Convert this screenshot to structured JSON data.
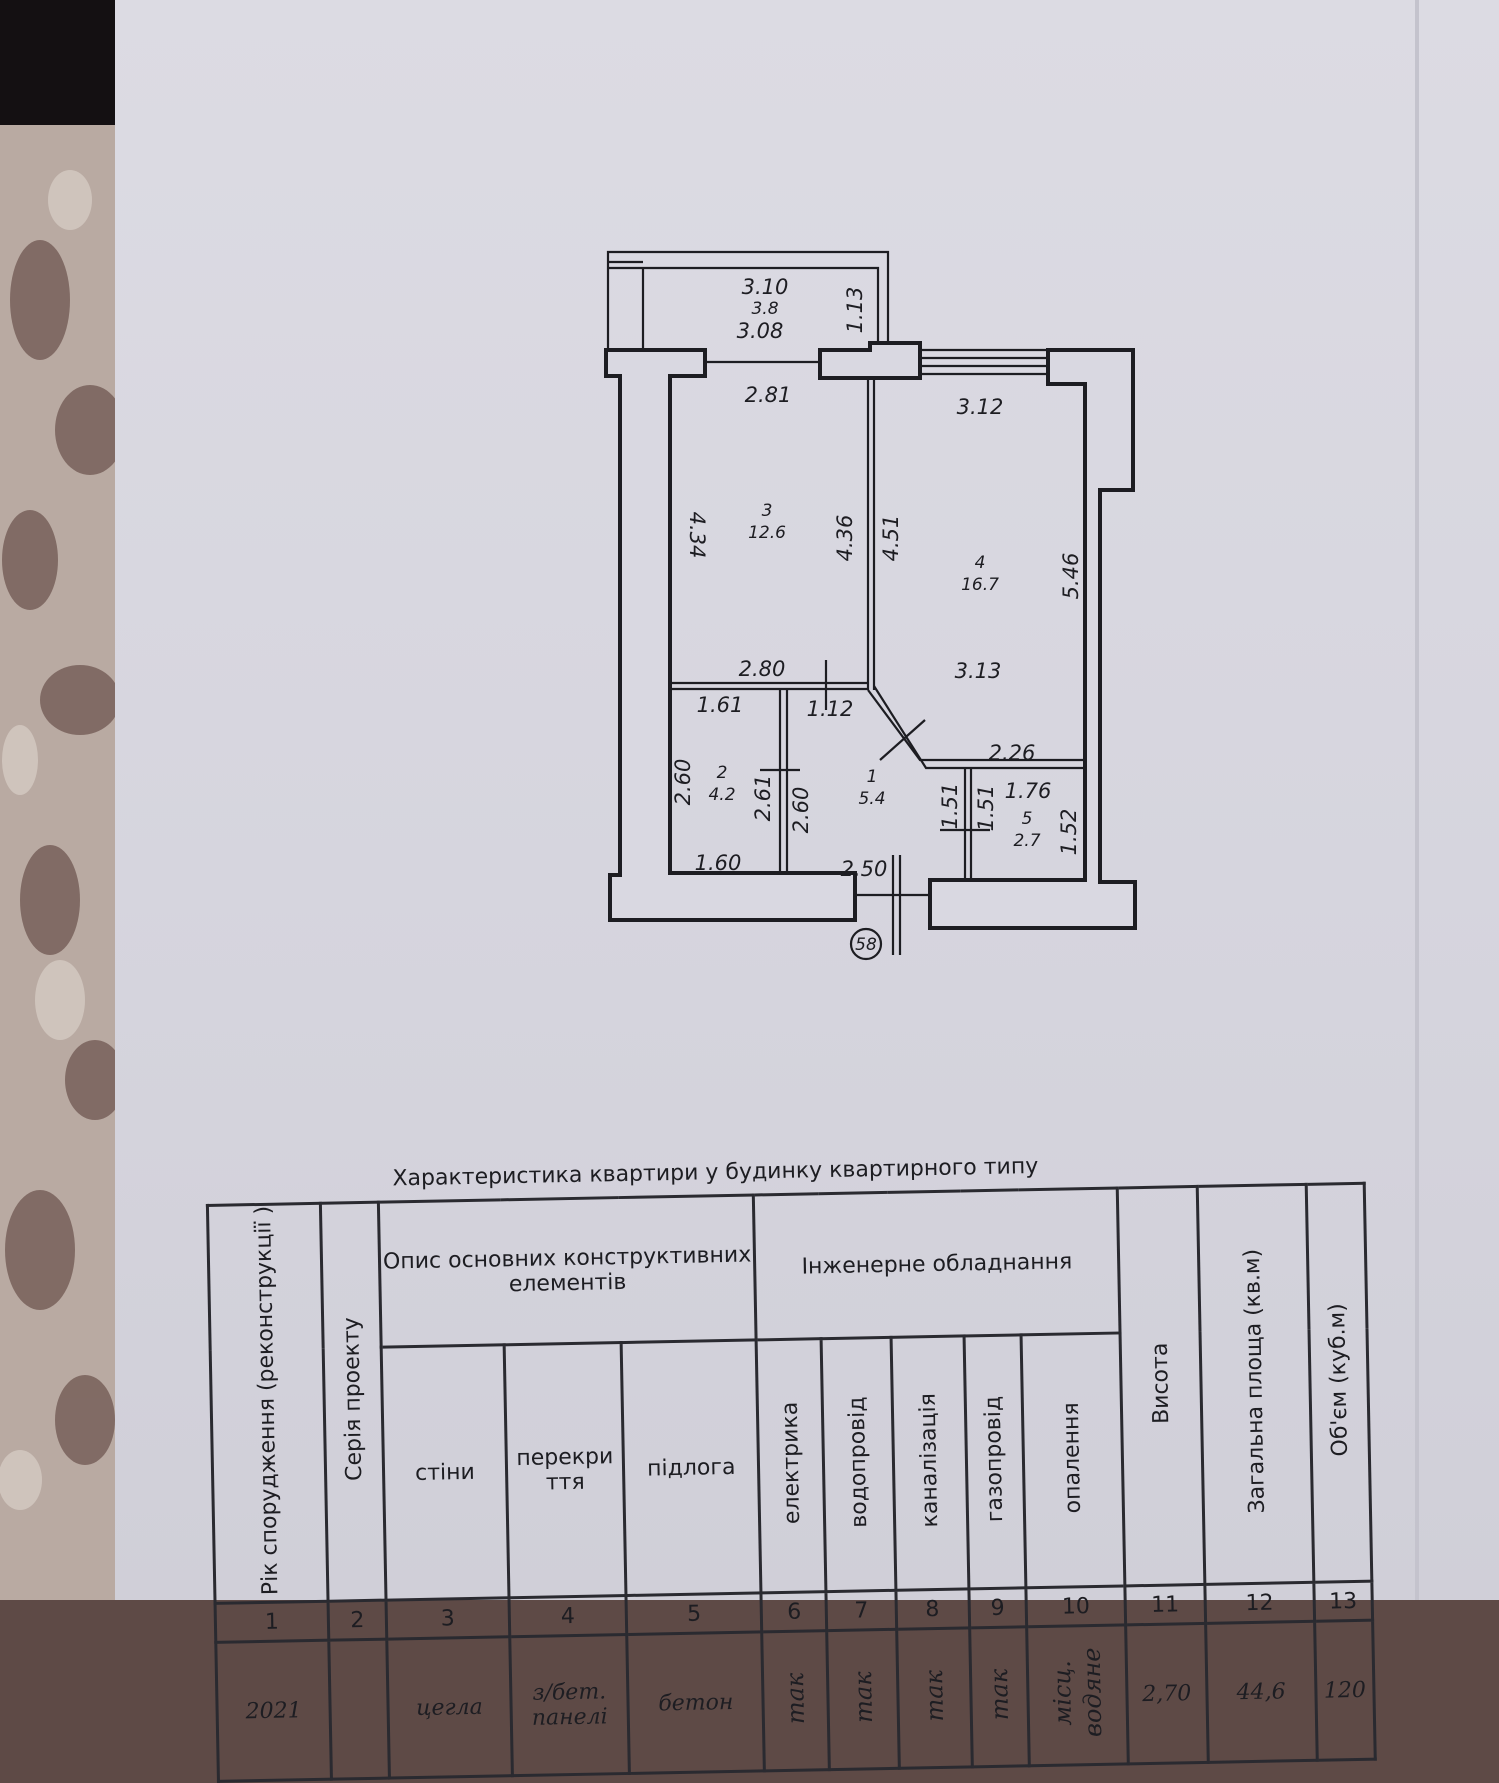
{
  "plan": {
    "balcony": {
      "width_top": "3.10",
      "area": "3.8",
      "width_bottom": "3.08",
      "depth": "1.13"
    },
    "room3": {
      "width_top": "2.81",
      "length_left": "4.34",
      "length_right": "4.36",
      "width_bottom": "2.80",
      "number": "3",
      "area": "12.6"
    },
    "room4": {
      "width_top": "3.12",
      "length_left": "4.51",
      "length_right": "5.46",
      "width_mid": "3.13",
      "width_bottom": "2.26",
      "number": "4",
      "area": "16.7"
    },
    "room2": {
      "width_top": "1.61",
      "length_left": "2.60",
      "length_right": "2.61",
      "width_bottom": "1.60",
      "number": "2",
      "area": "4.2"
    },
    "room1": {
      "width_top": "1.12",
      "length_left": "2.60",
      "length_right": "1.51",
      "width_bottom": "2.50",
      "number": "1",
      "area": "5.4"
    },
    "room5": {
      "width_top": "1.76",
      "length_left": "1.51",
      "length_right": "1.52",
      "number": "5",
      "area": "2.7"
    },
    "axis_marker": "58"
  },
  "table": {
    "title": "Характеристика квартири у будинку квартирного типу",
    "headers": {
      "year": "Рік спорудження (реконструкції )",
      "series": "Серія проекту",
      "structural_group": "Опис основних конструктивних елементів",
      "walls": "стіни",
      "floors_slab": "перекри ття",
      "floor": "підлога",
      "engineering_group": "Інженерне обладнання",
      "electricity": "електрика",
      "water": "водопровід",
      "sewer": "каналізація",
      "gas": "газопровід",
      "heating": "опалення",
      "height": "Висота",
      "total_area": "Загальна площа (кв.м)",
      "volume": "Об'єм (куб.м)"
    },
    "col_numbers": [
      "1",
      "2",
      "3",
      "4",
      "5",
      "6",
      "7",
      "8",
      "9",
      "10",
      "11",
      "12",
      "13"
    ],
    "values": {
      "year": "2021",
      "series": "",
      "walls": "цегла",
      "floors_slab": "з/бет. панелі",
      "floor": "бетон",
      "electricity": "так",
      "water": "так",
      "sewer": "так",
      "gas": "так",
      "heating": "місц. водяне",
      "height": "2,70",
      "total_area": "44,6",
      "volume": "120"
    }
  }
}
